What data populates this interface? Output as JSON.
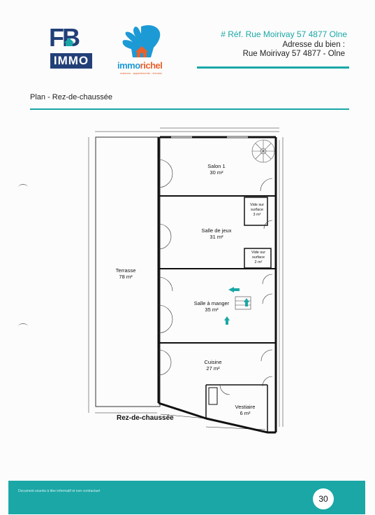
{
  "header": {
    "fb_logo_letters": "FB",
    "fb_logo_word": "IMMO",
    "partner_logo_word_1": "immo",
    "partner_logo_word_2": "richel",
    "partner_logo_tagline": "maisons · appartements · terrains",
    "reference": "# Réf. Rue Moirivay 57 4877 Olne",
    "address_label": "Adresse du bien :",
    "address": "Rue Moirivay 57 4877 - Olne"
  },
  "section": {
    "title": "Plan - Rez-de-chaussée"
  },
  "plan": {
    "caption": "Rez-de-chaussée",
    "rooms": [
      {
        "name": "Salon 1",
        "area": "30 m²"
      },
      {
        "name": "Salle de jeux",
        "area": "31 m²"
      },
      {
        "name": "Terrasse",
        "area": "78 m²"
      },
      {
        "name": "Salle à manger",
        "area": "35 m²"
      },
      {
        "name": "Cuisine",
        "area": "27 m²"
      },
      {
        "name": "Vestiaire",
        "area": "6 m²"
      },
      {
        "name": "Vide sur surface",
        "area": "3 m²"
      },
      {
        "name": "Vide sur surface",
        "area": "2 m²"
      }
    ]
  },
  "footer": {
    "disclaimer": "Document soumis à titre informatif et non contractuel",
    "page_number": "30"
  },
  "colors": {
    "accent": "#1aa7a6",
    "brand_blue": "#223f78",
    "partner_blue": "#1c9ad6",
    "partner_orange": "#e8612c"
  }
}
